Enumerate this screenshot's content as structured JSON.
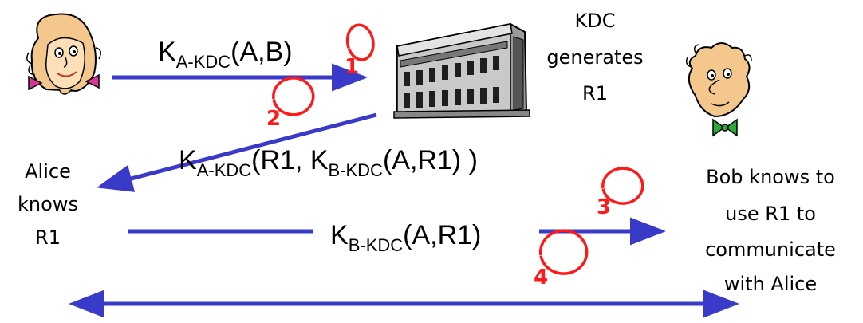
{
  "actors": {
    "alice": {
      "icon": "alice-cartoon-icon"
    },
    "kdc": {
      "icon": "kdc-building-icon"
    },
    "bob": {
      "icon": "bob-cartoon-icon"
    }
  },
  "messages": [
    {
      "step": "1",
      "k": "K",
      "sub": "A-KDC",
      "rest": "(A,B)"
    },
    {
      "step": "2",
      "k": "K",
      "sub": "A-KDC",
      "mid": "(R1, K",
      "sub2": "B-KDC",
      "rest": "(A,R1) )"
    },
    {
      "step": "3",
      "k": "K",
      "sub": "B-KDC",
      "rest": "(A,R1)"
    },
    {
      "step": "4"
    }
  ],
  "notes": {
    "kdc": [
      "KDC",
      "generates",
      "R1"
    ],
    "alice": [
      "Alice",
      "knows",
      "R1"
    ],
    "bob": [
      "Bob knows to",
      "use  R1 to",
      "communicate",
      "with Alice"
    ]
  },
  "colors": {
    "arrow": "#3a3ac8",
    "step_circle": "#ff1a1a"
  }
}
